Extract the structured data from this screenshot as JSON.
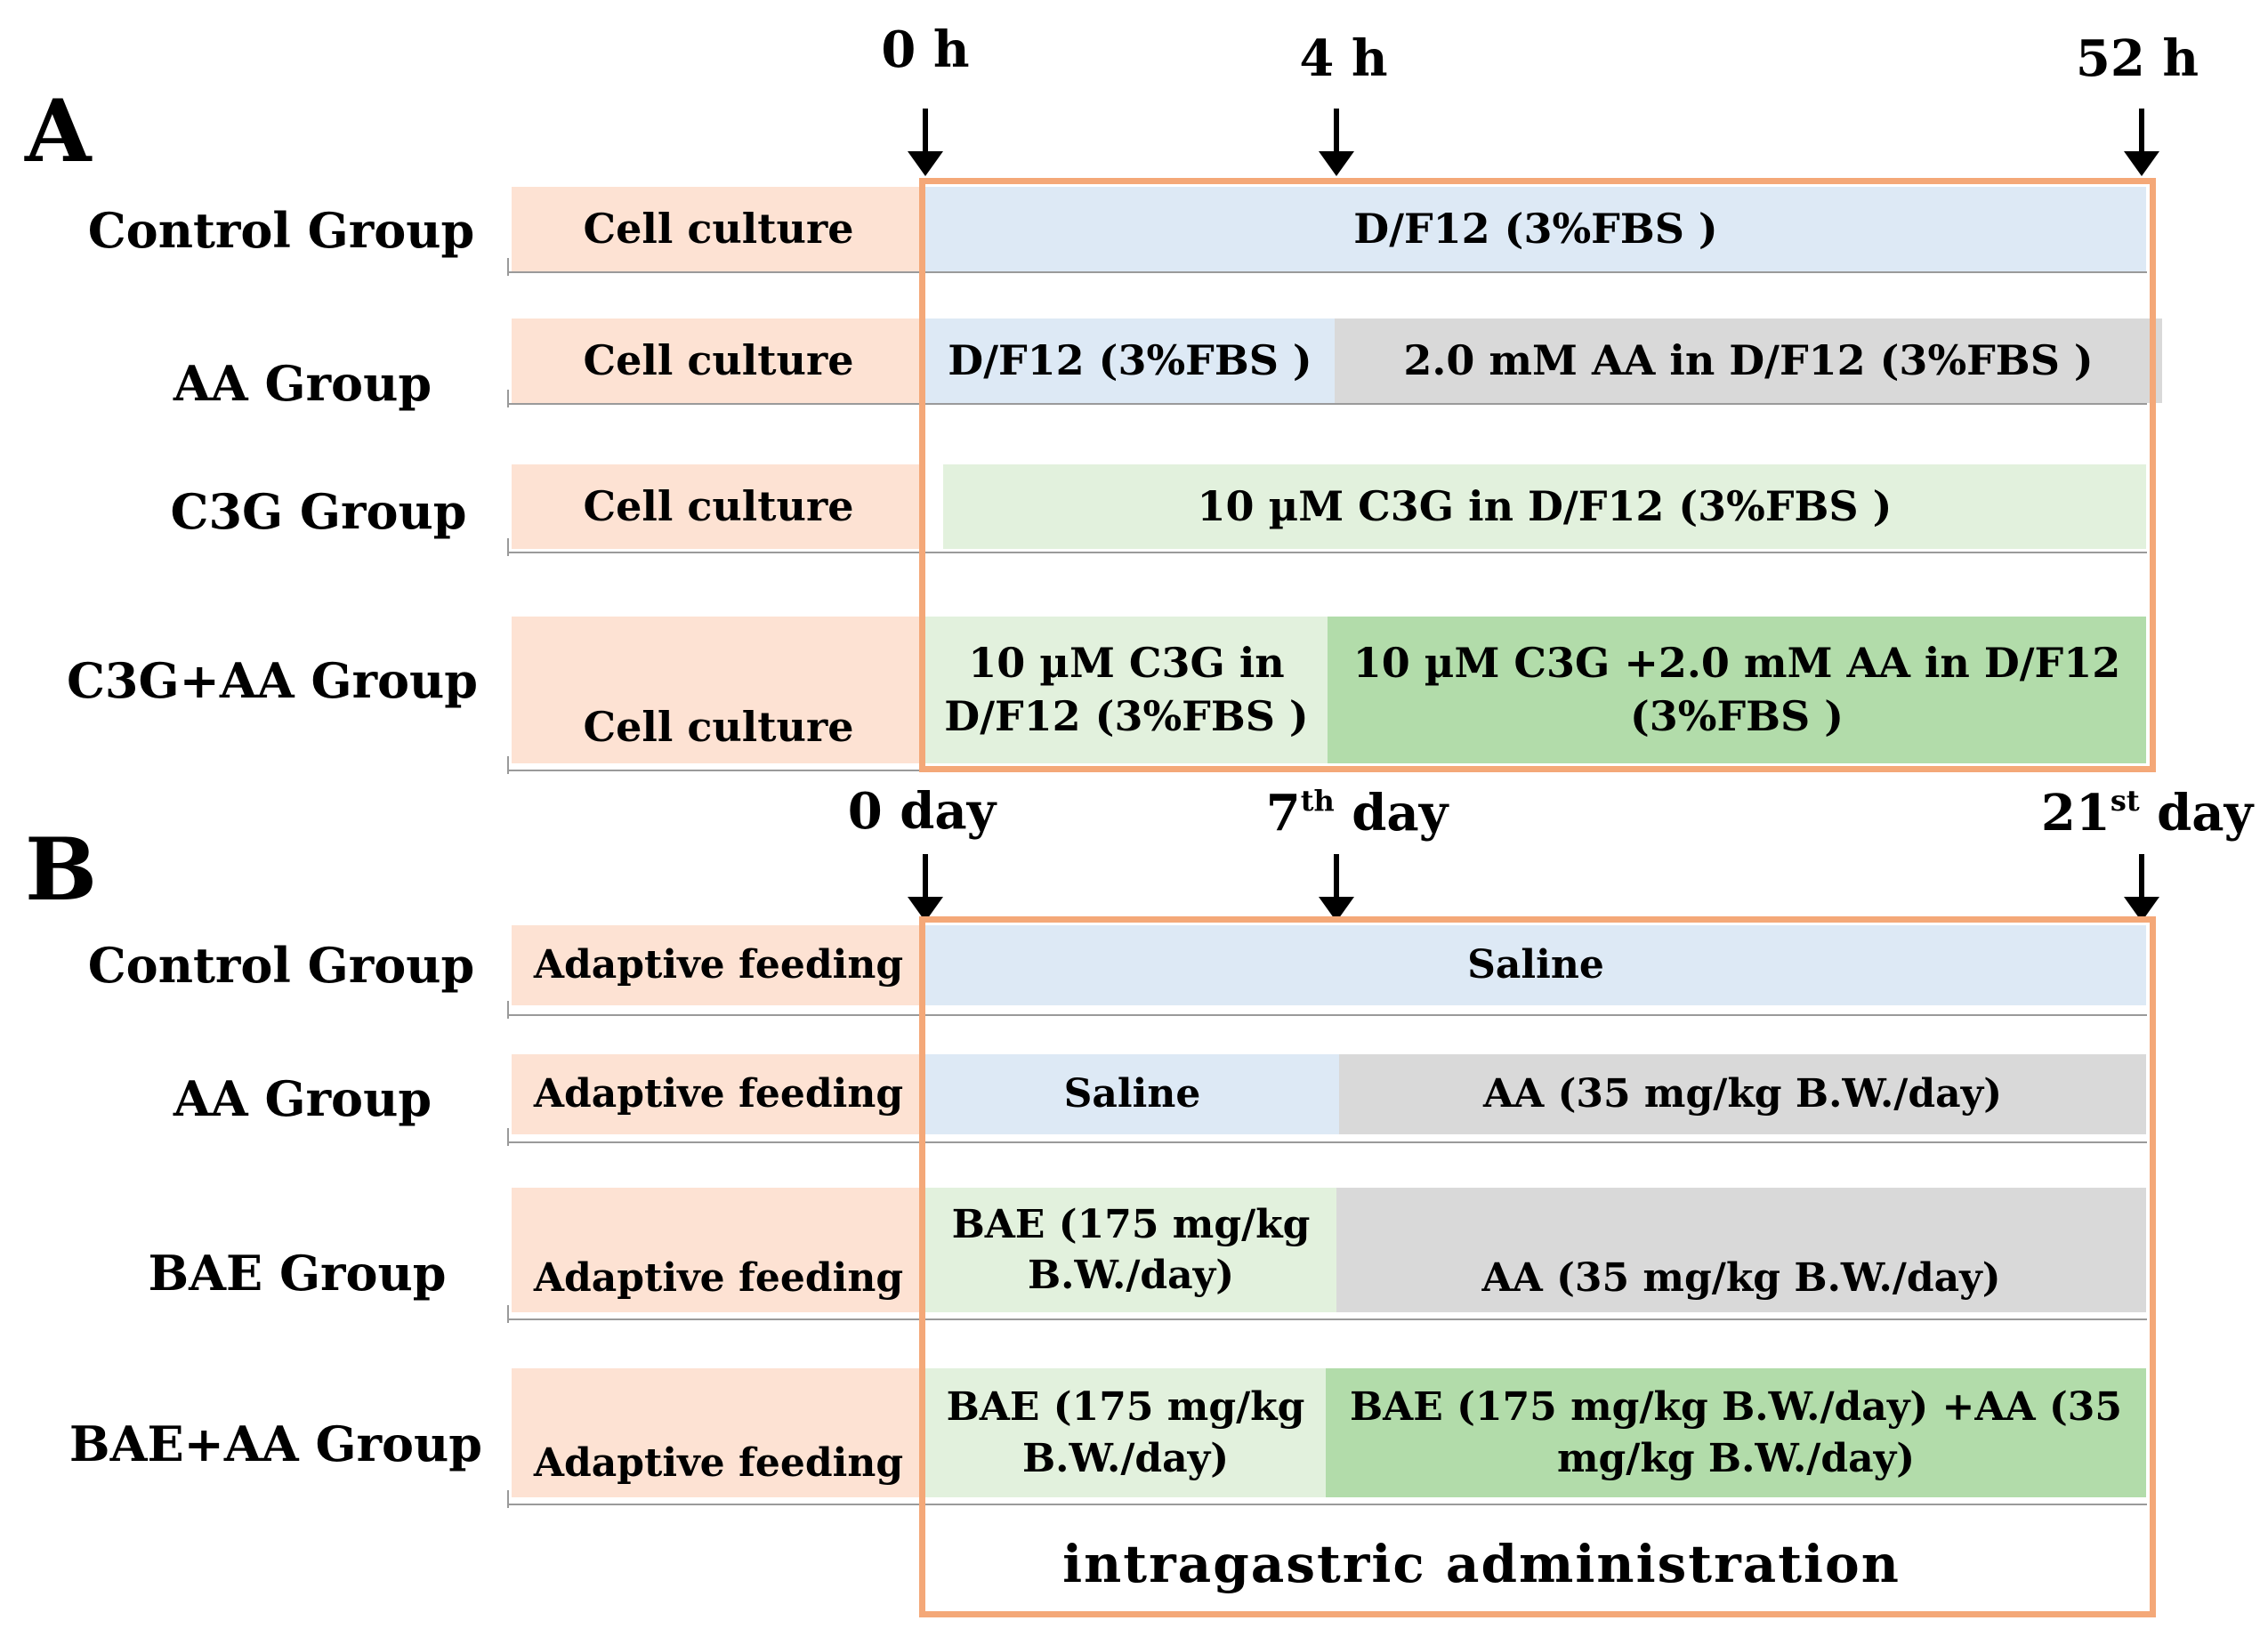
{
  "panel_a": {
    "letter": "A",
    "time_labels": [
      "0 h",
      "4 h",
      "52 h"
    ],
    "groups": [
      {
        "name": "Control Group",
        "pre": "Cell culture",
        "stages": [
          "D/F12 (3%FBS )"
        ]
      },
      {
        "name": "AA Group",
        "pre": "Cell culture",
        "stages": [
          "D/F12 (3%FBS )",
          "2.0 mM AA in D/F12 (3%FBS )"
        ]
      },
      {
        "name": "C3G Group",
        "pre": "Cell culture",
        "stages": [
          "10 µM C3G in D/F12 (3%FBS )"
        ]
      },
      {
        "name": "C3G+AA Group",
        "pre": "Cell culture",
        "stages": [
          "10 µM C3G in D/F12 (3%FBS )",
          "10 µM C3G +2.0 mM AA in D/F12 (3%FBS )"
        ]
      }
    ]
  },
  "panel_b": {
    "letter": "B",
    "time_labels": [
      {
        "num": "0 day",
        "sup": "",
        "rest": ""
      },
      {
        "num": "7",
        "sup": "th",
        "rest": " day"
      },
      {
        "num": "21",
        "sup": "st",
        "rest": " day"
      }
    ],
    "groups": [
      {
        "name": "Control Group",
        "pre": "Adaptive feeding",
        "stages": [
          "Saline"
        ]
      },
      {
        "name": "AA Group",
        "pre": "Adaptive feeding",
        "stages": [
          "Saline",
          "AA (35 mg/kg B.W./day)"
        ]
      },
      {
        "name": "BAE Group",
        "pre": "Adaptive feeding",
        "stages": [
          "BAE (175 mg/kg B.W./day)",
          "AA (35 mg/kg B.W./day)"
        ]
      },
      {
        "name": "BAE+AA Group",
        "pre": "Adaptive feeding",
        "stages": [
          "BAE (175 mg/kg B.W./day)",
          "BAE (175 mg/kg B.W./day) +AA (35 mg/kg B.W./day)"
        ]
      }
    ],
    "caption": "intragastric administration"
  },
  "colors": {
    "pretreatment": "#fde2d3",
    "medium": "#dde9f5",
    "aa": "#d9d9d9",
    "treatment_only": "#e2f1dd",
    "combined": "#b2dcaa",
    "frame": "#f4a878"
  }
}
